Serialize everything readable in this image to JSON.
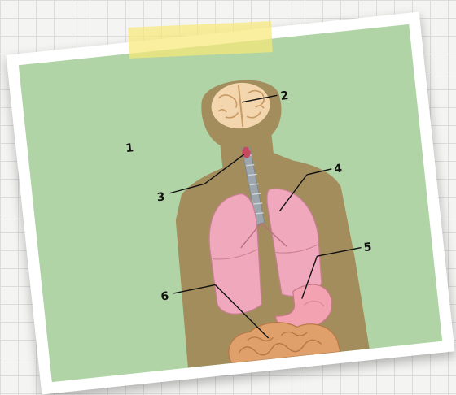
{
  "diagram": {
    "labels": [
      {
        "id": "1",
        "text": "1"
      },
      {
        "id": "2",
        "text": "2"
      },
      {
        "id": "3",
        "text": "3"
      },
      {
        "id": "4",
        "text": "4"
      },
      {
        "id": "5",
        "text": "5"
      },
      {
        "id": "6",
        "text": "6"
      }
    ]
  },
  "colors": {
    "background": "#b0d4a5",
    "body": "#a38d5d",
    "lungs": "#f0a8bc",
    "stomach": "#f3a2b1",
    "intestine": "#dfa06c",
    "brain": "#f3d6ad"
  }
}
